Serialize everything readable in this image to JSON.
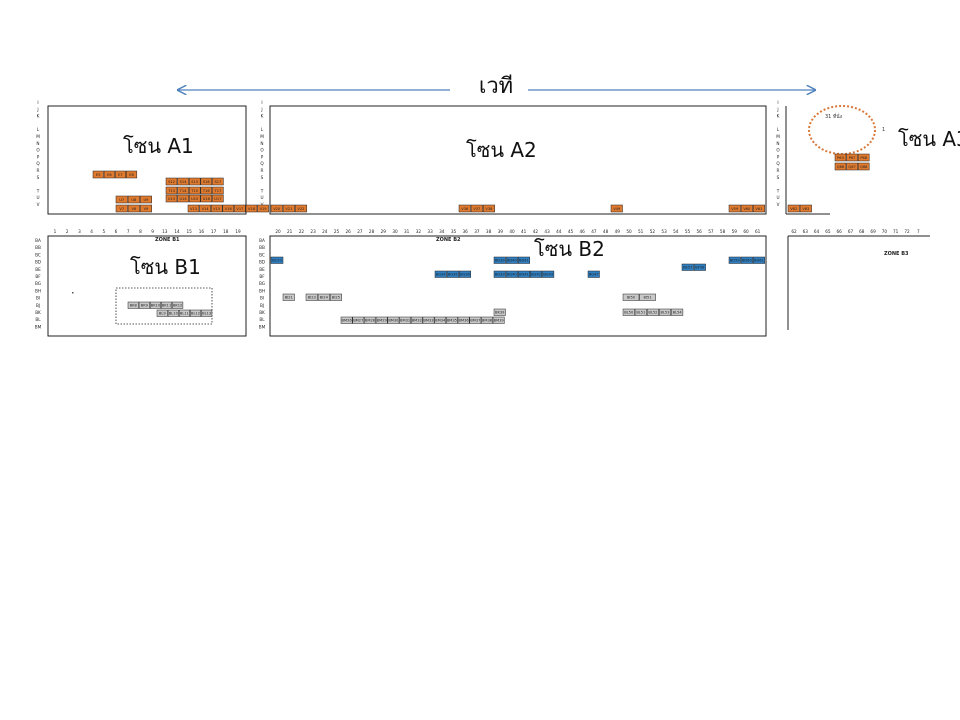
{
  "stage": {
    "label": "เวที"
  },
  "zones": {
    "a1": "โซน A1",
    "a2": "โซน A2",
    "a3": "โซน A3",
    "b1": "โซน B1",
    "b2": "โซน B2"
  },
  "zone_headers": {
    "b1": "ZONE B1",
    "b2": "ZONE B2",
    "b3": "ZONE B3"
  },
  "colors": {
    "orange": "#e07a2e",
    "blue": "#2f7fc1",
    "gray": "#c8c8c8",
    "dark": "#222222",
    "dotted_circle": "#e07a2e"
  },
  "row_letters_a": [
    "I",
    "J",
    "K",
    "",
    "L",
    "M",
    "N",
    "O",
    "P",
    "Q",
    "R",
    "S",
    "",
    "T",
    "U",
    "V"
  ],
  "row_letters_b": [
    "BA",
    "BB",
    "BC",
    "BD",
    "BE",
    "BF",
    "BG",
    "BH",
    "BI",
    "BJ",
    "BK",
    "BL",
    "BM"
  ],
  "column_numbers": {
    "b1": [
      "1",
      "2",
      "3",
      "4",
      "5",
      "6",
      "7",
      "8",
      "9",
      "13",
      "14",
      "15",
      "16",
      "17",
      "18",
      "19"
    ],
    "b2": [
      "20",
      "21",
      "22",
      "23",
      "24",
      "25",
      "26",
      "27",
      "28",
      "29",
      "30",
      "31",
      "32",
      "33",
      "34",
      "35",
      "36",
      "37",
      "38",
      "39",
      "40",
      "41",
      "42",
      "43",
      "44",
      "45",
      "46",
      "47",
      "48",
      "49",
      "50",
      "51",
      "52",
      "53",
      "54",
      "55",
      "56",
      "57",
      "58",
      "59",
      "60",
      "61"
    ],
    "b3": [
      "62",
      "63",
      "64",
      "65",
      "66",
      "67",
      "68",
      "69",
      "70",
      "71",
      "72",
      "7"
    ]
  },
  "a3_circle_note": "31 ที่นั่ง",
  "a3_side_mark": "1",
  "seat_labels": {
    "a1_row_r": [
      "E5",
      "E6",
      "E7",
      "E8"
    ],
    "a1_block_right": [
      "S12",
      "S14",
      "S15",
      "S16",
      "S17",
      "T13",
      "T14",
      "T15",
      "T16",
      "T17",
      "U13",
      "U14",
      "U15",
      "U16",
      "U17"
    ],
    "a1_row_u": [
      "U7",
      "U8",
      "U9"
    ],
    "a1_row_v": [
      "V7",
      "V8",
      "V9",
      "V13",
      "V14",
      "V15",
      "V16",
      "V17",
      "V18",
      "V19"
    ],
    "a2_row_v": [
      "V20",
      "V21",
      "V22",
      "V36",
      "V37",
      "V38",
      "V49",
      "V59",
      "V60",
      "V61"
    ],
    "a3_right": [
      "P63",
      "P67",
      "P68",
      "Q66",
      "Q67",
      "Q68"
    ],
    "a3_row_v": [
      "V62",
      "V63"
    ],
    "b1_block": [
      "BK8",
      "BK9",
      "BK10",
      "BK11",
      "BK12",
      "BL9",
      "BL10",
      "BL11",
      "BL12",
      "BL13"
    ],
    "b2_blue": [
      "BC20",
      "BD39",
      "BD40",
      "BD41",
      "BE57",
      "BF58",
      "BD59",
      "BD60",
      "BD61",
      "BG34",
      "BG35",
      "BG36",
      "BG39",
      "BG40",
      "BG41",
      "BG42",
      "BG43",
      "BG47"
    ],
    "b2_gray": [
      "BI21",
      "BI23",
      "BI24",
      "BI25",
      "BI50",
      "BI51",
      "BK39",
      "BL50",
      "BL51",
      "BL52",
      "BL53",
      "BL54",
      "BM26",
      "BM27",
      "BM28",
      "BM29",
      "BM30",
      "BM31",
      "BM32",
      "BM33",
      "BM34",
      "BM35",
      "BM36",
      "BM37",
      "BM38",
      "BM39"
    ]
  }
}
